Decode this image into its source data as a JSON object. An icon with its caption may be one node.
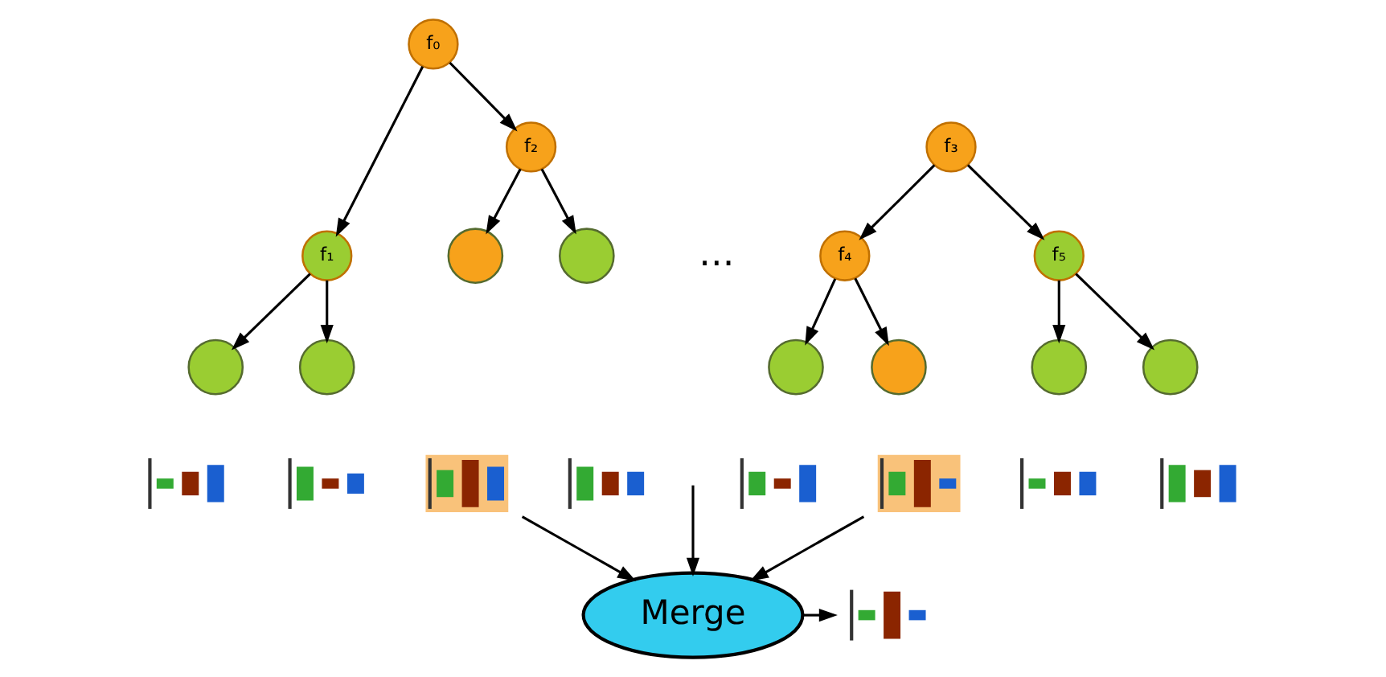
{
  "diagram": {
    "nodes": [
      {
        "text": [
          "f₀"
        ]
      },
      {
        "text": [
          "f₁"
        ]
      },
      {
        "text": [
          "f₂"
        ]
      },
      {
        "text": [],
        "shape": "circle"
      },
      {
        "text": [],
        "shape": "circle"
      },
      {
        "text": [],
        "shape": "circle"
      },
      {
        "text": [],
        "shape": "circle"
      },
      {
        "text": [
          "f₃"
        ]
      },
      {
        "text": [
          "f₄"
        ]
      },
      {
        "text": [
          "f₅"
        ]
      },
      {
        "text": [],
        "shape": "circle"
      },
      {
        "text": [],
        "shape": "circle"
      },
      {
        "text": [],
        "shape": "circle"
      },
      {
        "text": [],
        "shape": "circle"
      },
      {
        "text": [],
        "shape": "chart"
      },
      {
        "text": [],
        "shape": "chart"
      },
      {
        "text": [],
        "shape": "chart"
      },
      {
        "text": [],
        "shape": "chart"
      },
      {
        "text": [],
        "shape": "chart"
      },
      {
        "text": [],
        "shape": "chart"
      },
      {
        "text": [],
        "shape": "chart"
      },
      {
        "text": [],
        "shape": "chart"
      },
      {
        "text": [
          "Merge"
        ]
      },
      {
        "text": [],
        "shape": "chart"
      }
    ],
    "edges": [
      {
        "from": 0,
        "to": 1,
        "arrow": "to"
      },
      {
        "from": 0,
        "to": 2,
        "arrow": "to"
      },
      {
        "from": 1,
        "to": 3,
        "arrow": "to"
      },
      {
        "from": 1,
        "to": 4,
        "arrow": "to"
      },
      {
        "from": 2,
        "to": 5,
        "arrow": "to"
      },
      {
        "from": 2,
        "to": 6,
        "arrow": "to"
      },
      {
        "from": 7,
        "to": 8,
        "arrow": "to"
      },
      {
        "from": 7,
        "to": 9,
        "arrow": "to"
      },
      {
        "from": 8,
        "to": 10,
        "arrow": "to"
      },
      {
        "from": 8,
        "to": 11,
        "arrow": "to"
      },
      {
        "from": 9,
        "to": 12,
        "arrow": "to"
      },
      {
        "from": 9,
        "to": 13,
        "arrow": "to"
      },
      {
        "from": 16,
        "to": 22,
        "arrow": "to"
      },
      {
        "from": null,
        "to": 22,
        "arrow": "to"
      },
      {
        "from": 19,
        "to": 22,
        "arrow": "to"
      },
      {
        "from": 22,
        "to": 23,
        "arrow": "to"
      }
    ],
    "labels": [
      "..."
    ]
  }
}
